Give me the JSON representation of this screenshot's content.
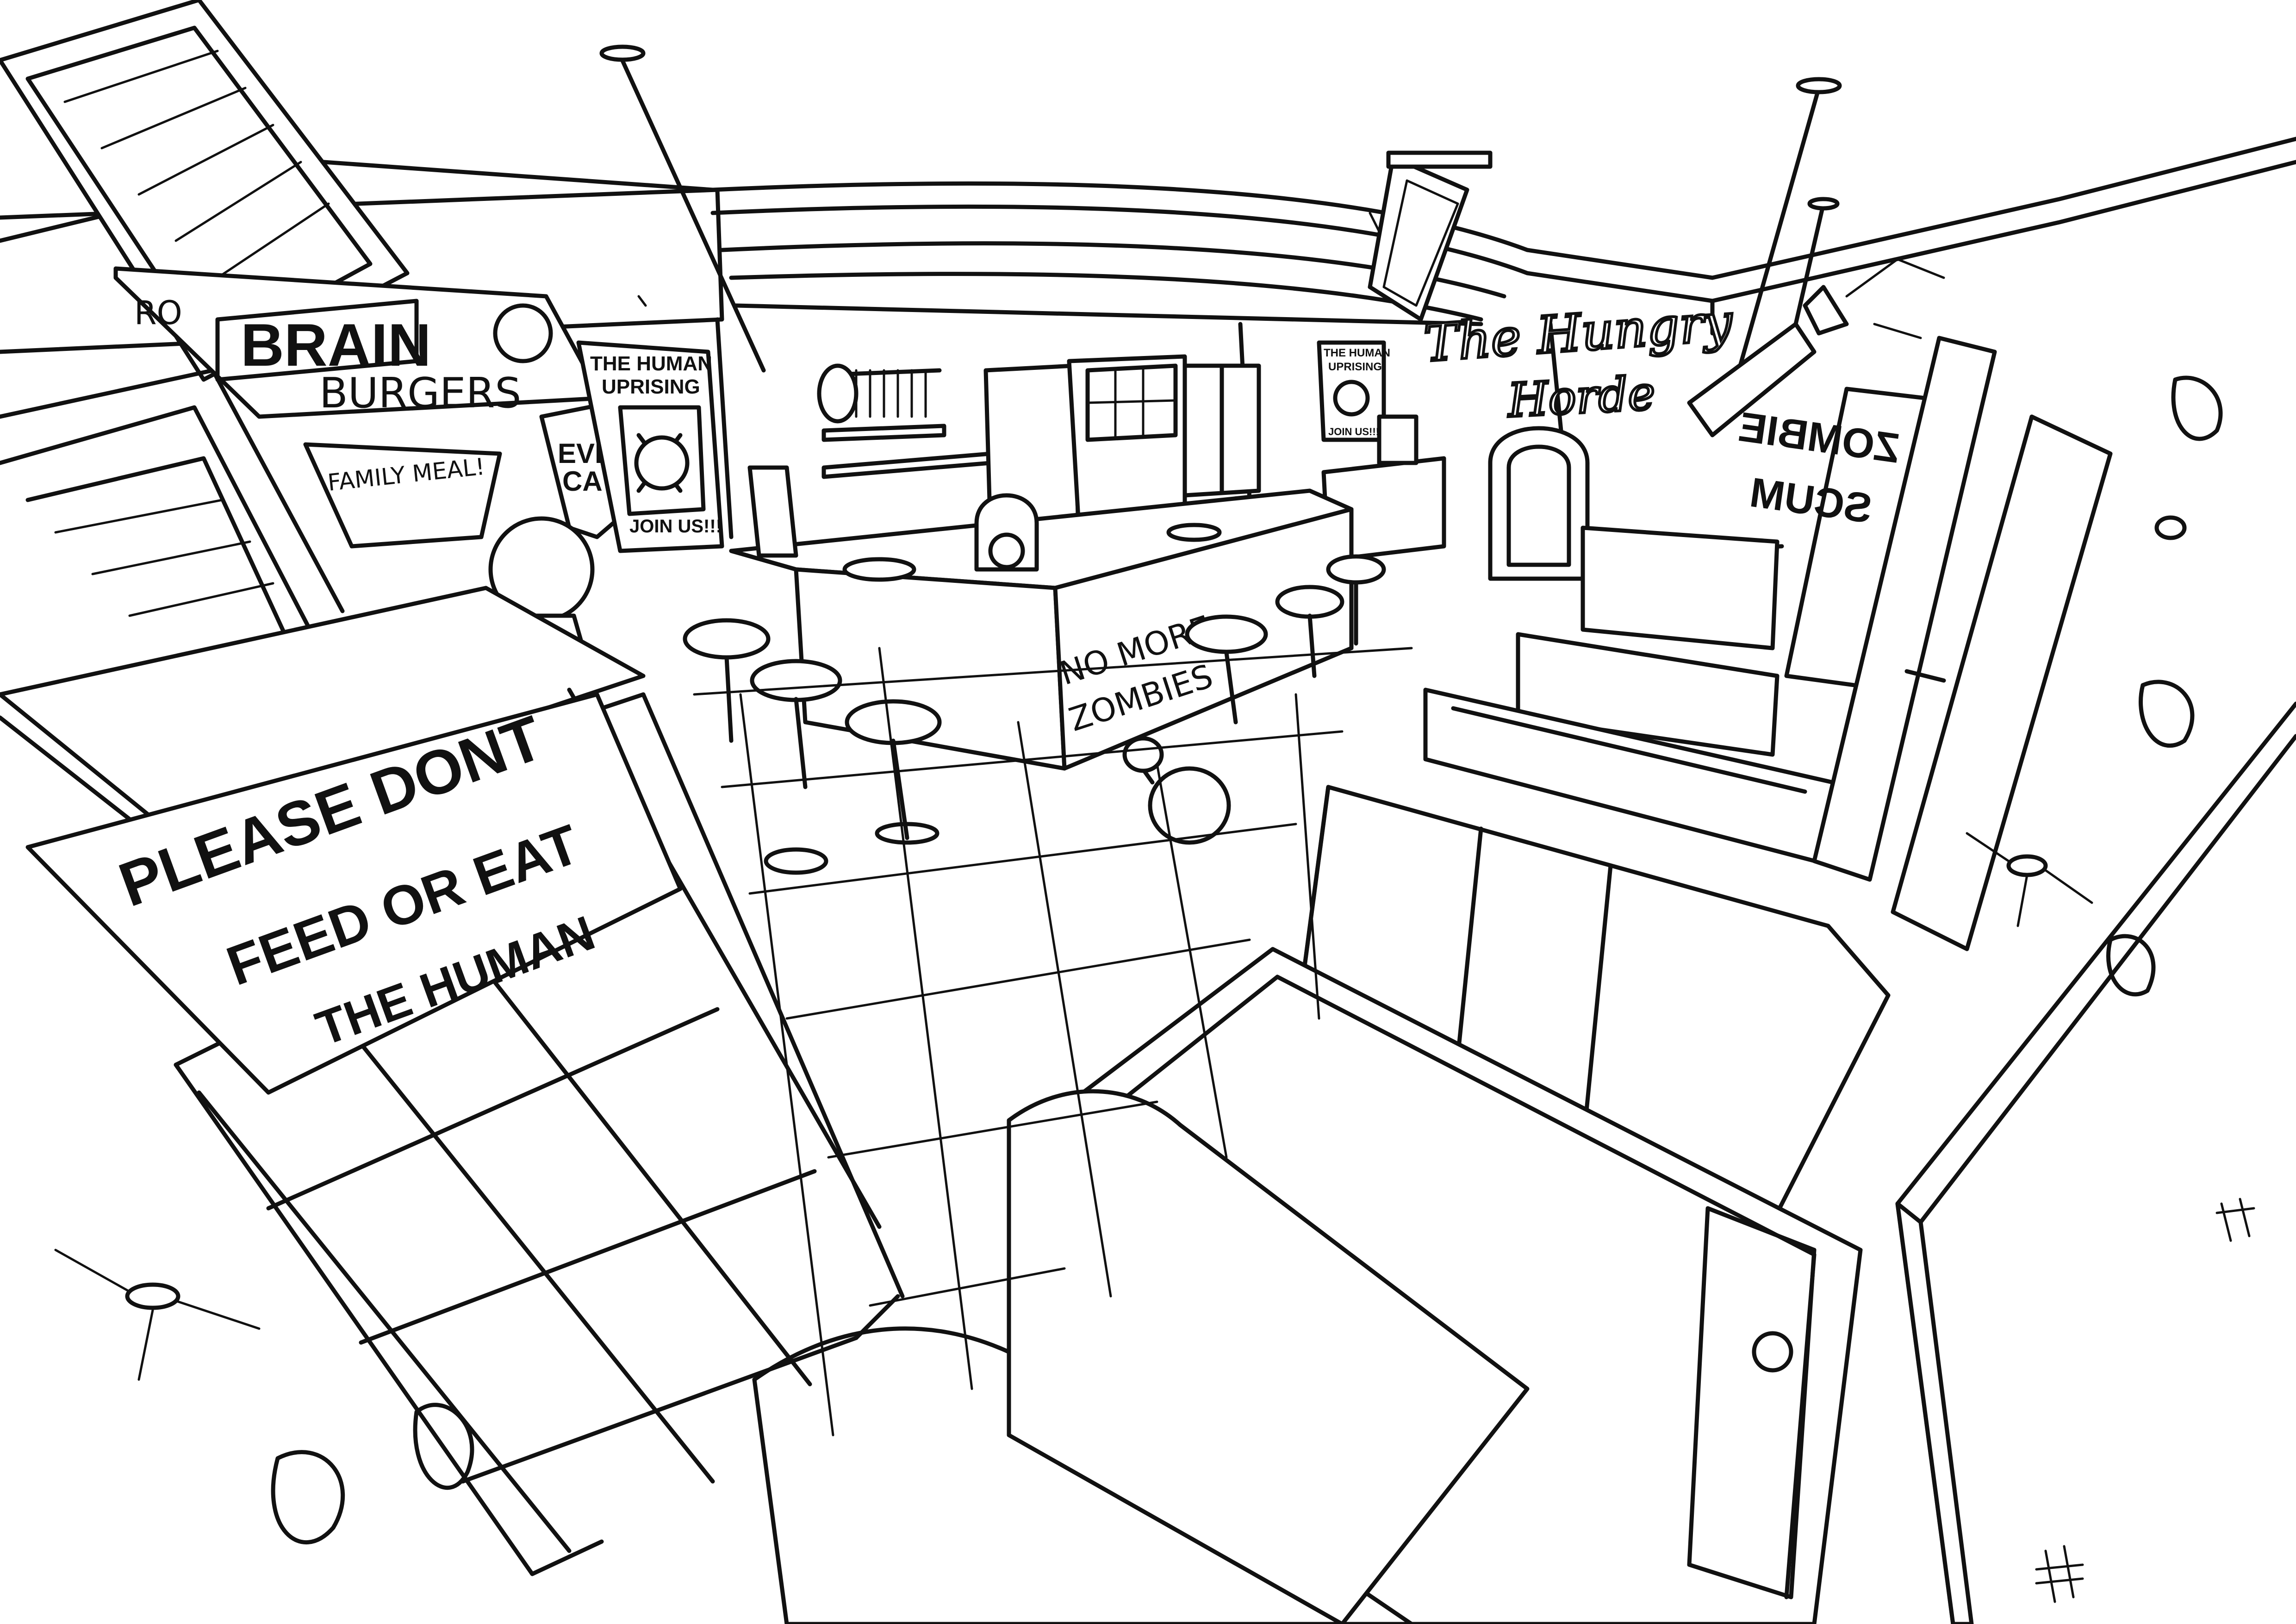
{
  "scene": {
    "description_hidden": ""
  },
  "signs": {
    "warning_line1": "PLEASE DONT",
    "warning_line2": "FEED OR EAT",
    "warning_line3": "THE HUMAN",
    "brain_top": "BRAIN",
    "brain_bottom": "BURGERS",
    "brain_prefix": "RO",
    "family_meal": "FAMILY MEAL!",
    "poster_title1": "THE HUMAN",
    "poster_title2": "UPRISING",
    "poster_footer": "JOIN US!!!",
    "small_poster_title1": "THE HUMAN",
    "small_poster_title2": "UPRISING",
    "small_poster_footer": "JOIN US!!!",
    "every_fragment1": "EVE",
    "every_fragment2": "CA",
    "counter_line1": "NO MORE",
    "counter_line2": "ZOMBIES",
    "restaurant_line1": "The Hungry",
    "restaurant_line2": "Horde",
    "mirror_line1": "ZOMBIE",
    "mirror_line2": "SCUM"
  },
  "colors": {
    "ink": "#111111",
    "paper": "#ffffff"
  }
}
